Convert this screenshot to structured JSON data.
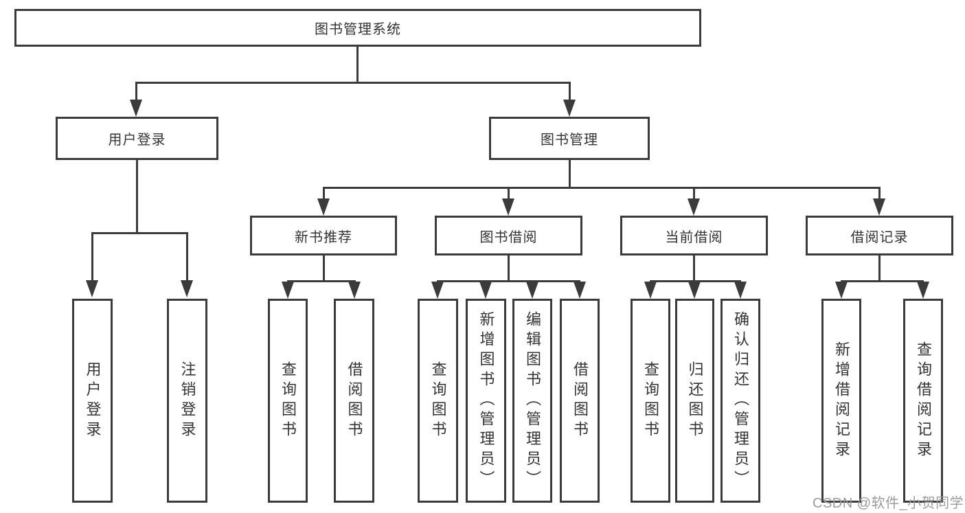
{
  "colors": {
    "line": "#3b3b3b",
    "text": "#333333",
    "watermark": "#9b9b9b",
    "background": "#ffffff"
  },
  "diagram": {
    "root": {
      "label": "图书管理系统"
    },
    "level2": [
      {
        "label": "用户登录"
      },
      {
        "label": "图书管理"
      }
    ],
    "level3": [
      {
        "label": "新书推荐"
      },
      {
        "label": "图书借阅"
      },
      {
        "label": "当前借阅"
      },
      {
        "label": "借阅记录"
      }
    ],
    "leaves": [
      {
        "label": "用户登录"
      },
      {
        "label": "注销登录"
      },
      {
        "label": "查询图书"
      },
      {
        "label": "借阅图书"
      },
      {
        "label": "查询图书"
      },
      {
        "label": "新增图书（管理员）"
      },
      {
        "label": "编辑图书（管理员）"
      },
      {
        "label": "借阅图书"
      },
      {
        "label": "查询图书"
      },
      {
        "label": "归还图书"
      },
      {
        "label": "确认归还（管理员）"
      },
      {
        "label": "新增借阅记录"
      },
      {
        "label": "查询借阅记录"
      }
    ]
  },
  "watermark": {
    "text": "CSDN @软件_小贺同学"
  }
}
